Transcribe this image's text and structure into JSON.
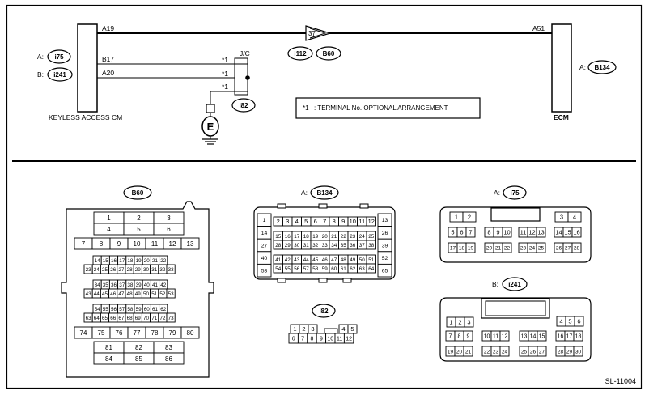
{
  "schematic": {
    "wire_a19": "A19",
    "wire_a51": "A51",
    "wire_b17": "B17",
    "wire_a20": "A20",
    "jc_label": "J/C",
    "star_mark": "*1",
    "conn_37": "37",
    "conn_i112": "i112",
    "conn_b60": "B60",
    "conn_i82": "i82",
    "label_a": "A:",
    "label_b": "B:",
    "conn_i75": "i75",
    "conn_i241": "i241",
    "conn_b134": "B134",
    "keyless_label": "KEYLESS ACCESS CM",
    "ecm_label": "ECM",
    "ground_letter": "E",
    "note_star": "*1",
    "note_text": ": TERMINAL No. OPTIONAL ARRANGEMENT"
  },
  "connectors": {
    "b60": {
      "title": "B60",
      "row1": [
        "1",
        "2",
        "3"
      ],
      "row2": [
        "4",
        "5",
        "6"
      ],
      "row3": [
        "7",
        "8",
        "9",
        "10",
        "11",
        "12",
        "13"
      ],
      "row4": [
        "14",
        "15",
        "16",
        "17",
        "18",
        "19",
        "20",
        "21",
        "22"
      ],
      "row5": [
        "23",
        "24",
        "25",
        "26",
        "27",
        "28",
        "29",
        "30",
        "31",
        "32",
        "33"
      ],
      "row6": [
        "34",
        "35",
        "36",
        "37",
        "38",
        "39",
        "40",
        "41",
        "42"
      ],
      "row7": [
        "43",
        "44",
        "45",
        "46",
        "47",
        "48",
        "49",
        "50",
        "51",
        "52",
        "53"
      ],
      "row8": [
        "54",
        "55",
        "56",
        "57",
        "58",
        "59",
        "60",
        "61",
        "62"
      ],
      "row9": [
        "63",
        "64",
        "65",
        "66",
        "67",
        "68",
        "69",
        "70",
        "71",
        "72",
        "73"
      ],
      "row10": [
        "74",
        "75",
        "76",
        "77",
        "78",
        "79",
        "80"
      ],
      "row11": [
        "81",
        "82",
        "83"
      ],
      "row12": [
        "84",
        "85",
        "86"
      ]
    },
    "b134": {
      "prefix": "A:",
      "title": "B134",
      "left": [
        "1",
        "14",
        "27",
        "40",
        "53"
      ],
      "right": [
        "13",
        "26",
        "39",
        "52",
        "65"
      ],
      "row1": [
        "2",
        "3",
        "4",
        "5",
        "6",
        "7",
        "8",
        "9",
        "10",
        "11",
        "12"
      ],
      "row2": [
        "15",
        "16",
        "17",
        "18",
        "19",
        "20",
        "21",
        "22",
        "23",
        "24",
        "25"
      ],
      "row3": [
        "28",
        "29",
        "30",
        "31",
        "32",
        "33",
        "34",
        "35",
        "36",
        "37",
        "38"
      ],
      "row4": [
        "41",
        "42",
        "43",
        "44",
        "45",
        "46",
        "47",
        "48",
        "49",
        "50",
        "51"
      ],
      "row5": [
        "54",
        "55",
        "56",
        "57",
        "58",
        "59",
        "60",
        "61",
        "62",
        "63",
        "64"
      ]
    },
    "i75": {
      "prefix": "A:",
      "title": "i75",
      "top_left": [
        "1",
        "2"
      ],
      "top_right": [
        "3",
        "4"
      ],
      "mid": [
        [
          "5",
          "6",
          "7"
        ],
        [
          "8",
          "9",
          "10"
        ],
        [
          "11",
          "12",
          "13"
        ],
        [
          "14",
          "15",
          "16"
        ]
      ],
      "bottom": [
        [
          "17",
          "18",
          "19"
        ],
        [
          "20",
          "21",
          "22"
        ],
        [
          "23",
          "24",
          "25"
        ],
        [
          "26",
          "27",
          "28"
        ]
      ]
    },
    "i241": {
      "prefix": "B:",
      "title": "i241",
      "top_left": [
        "1",
        "2",
        "3"
      ],
      "top_right": [
        "4",
        "5",
        "6"
      ],
      "mid": [
        [
          "7",
          "8",
          "9"
        ],
        [
          "10",
          "11",
          "12"
        ],
        [
          "13",
          "14",
          "15"
        ],
        [
          "16",
          "17",
          "18"
        ]
      ],
      "bottom": [
        [
          "19",
          "20",
          "21"
        ],
        [
          "22",
          "23",
          "24"
        ],
        [
          "25",
          "26",
          "27"
        ],
        [
          "28",
          "29",
          "30"
        ]
      ]
    },
    "i82": {
      "title": "i82",
      "row1_left": [
        "1",
        "2",
        "3"
      ],
      "row1_right": [
        "4",
        "5"
      ],
      "row2": [
        "6",
        "7",
        "8",
        "9",
        "10",
        "11",
        "12"
      ]
    }
  },
  "footer_code": "SL-11004"
}
